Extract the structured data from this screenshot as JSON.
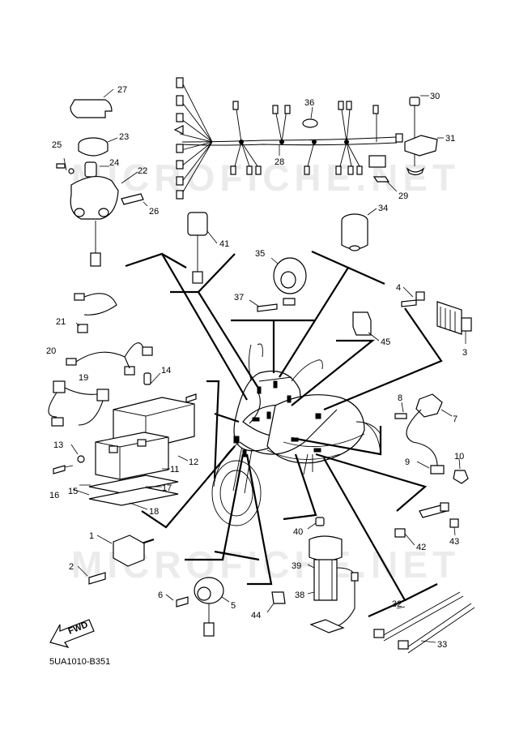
{
  "diagram": {
    "code": "5UA1010-B351",
    "fwd_label": "FWD",
    "watermark": "MICROFICHE.NET",
    "callouts": [
      "1",
      "2",
      "3",
      "4",
      "5",
      "6",
      "7",
      "8",
      "9",
      "10",
      "11",
      "12",
      "13",
      "14",
      "15",
      "16",
      "17",
      "18",
      "19",
      "20",
      "21",
      "22",
      "23",
      "24",
      "25",
      "26",
      "27",
      "28",
      "29",
      "30",
      "31",
      "32",
      "33",
      "34",
      "35",
      "36",
      "37",
      "38",
      "39",
      "40",
      "41",
      "42",
      "43",
      "44",
      "45"
    ]
  }
}
